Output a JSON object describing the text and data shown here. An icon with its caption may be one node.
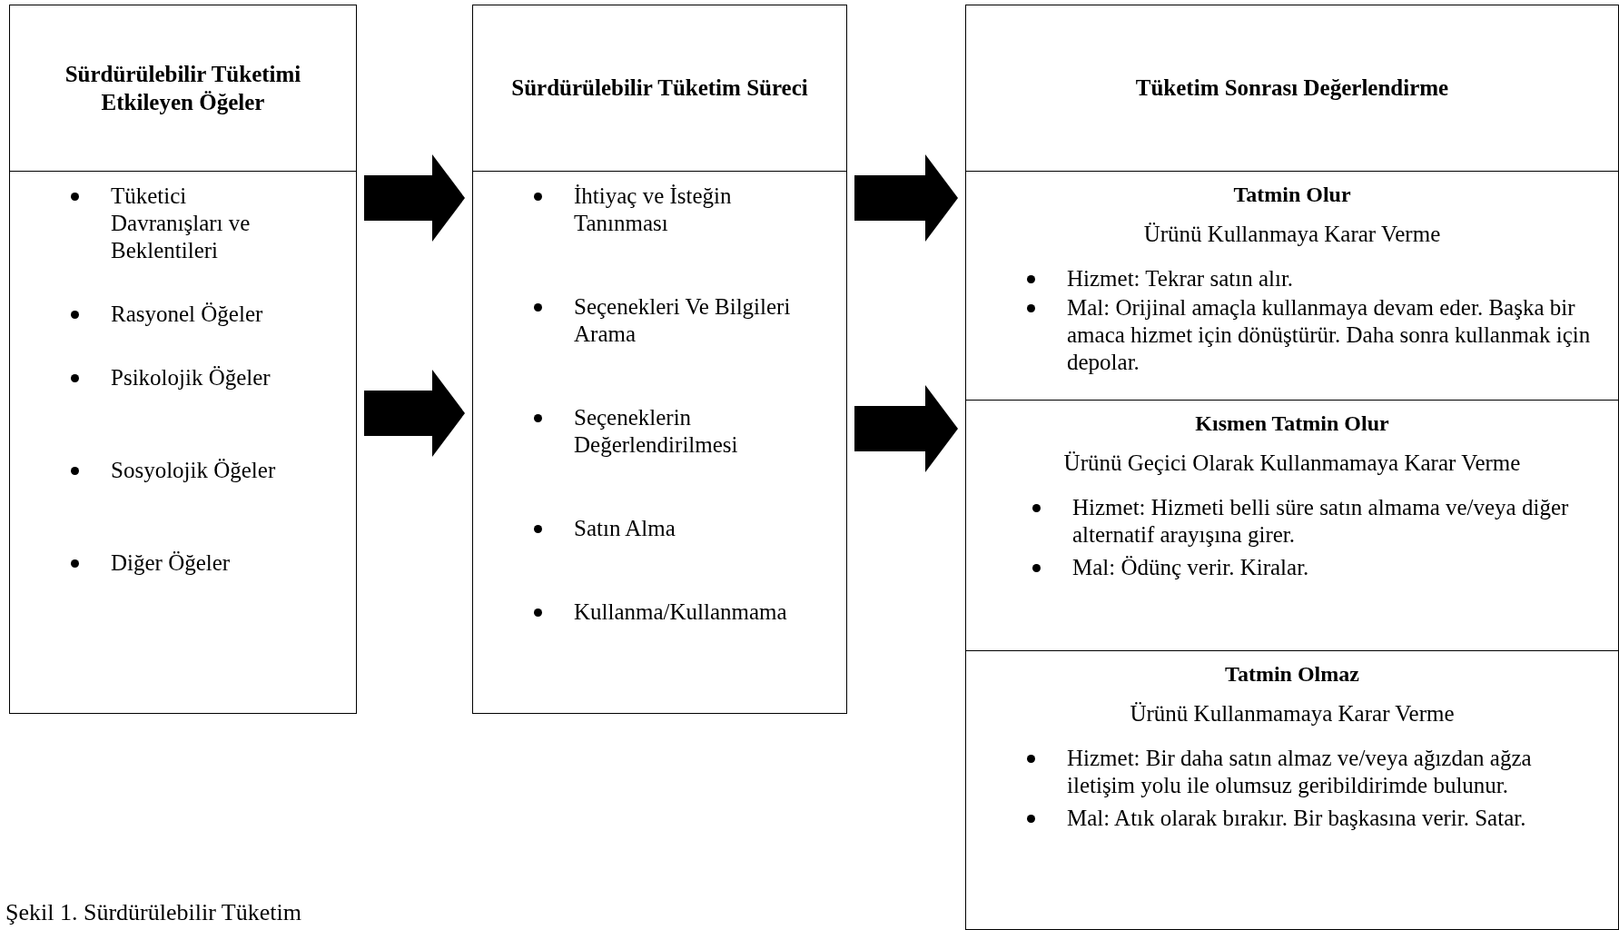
{
  "diagram": {
    "caption": "Şekil 1. Sürdürülebilir Tüketim",
    "nodes": [
      {
        "text": [
          "Sürdürülebilir Tüketimi Etkileyen Öğeler"
        ]
      },
      {
        "text": [
          "Tüketici Davranışları ve Beklentileri",
          "Rasyonel Öğeler",
          "Psikolojik Öğeler",
          "Sosyolojik Öğeler",
          "Diğer Öğeler"
        ]
      },
      {
        "text": [
          "Sürdürülebilir Tüketim Süreci"
        ]
      },
      {
        "text": [
          "İhtiyaç ve İsteğin Tanınması",
          "Seçenekleri Ve Bilgileri Arama",
          "Seçeneklerin Değerlendirilmesi",
          "Satın Alma",
          "Kullanma/Kullanmama"
        ]
      },
      {
        "text": [
          "Tüketim Sonrası Değerlendirme"
        ]
      },
      {
        "text": [
          "Tatmin Olur",
          "Ürünü Kullanmaya Karar Verme",
          "Hizmet: Tekrar satın alır.",
          "Mal: Orijinal amaçla kullanmaya devam eder. Başka bir amaca hizmet için dönüştürür. Daha sonra kullanmak için depolar."
        ]
      },
      {
        "text": [
          "Kısmen Tatmin Olur",
          "Ürünü Geçici Olarak Kullanmamaya Karar Verme",
          "Hizmet: Hizmeti belli süre satın almama ve/veya diğer alternatif arayışına girer.",
          "Mal: Ödünç verir. Kiralar."
        ]
      },
      {
        "text": [
          "Tatmin Olmaz",
          "Ürünü Kullanmamaya Karar Verme",
          "Hizmet: Bir daha satın almaz ve/veya ağızdan ağza iletişim yolu ile olumsuz geribildirimde bulunur.",
          "Mal: Atık olarak bırakır. Bir başkasına verir. Satar."
        ]
      }
    ],
    "edges": [
      {
        "from": 1,
        "to": 3,
        "arrow": "to"
      },
      {
        "from": 1,
        "to": 3,
        "arrow": "to"
      },
      {
        "from": 3,
        "to": 5,
        "arrow": "to"
      },
      {
        "from": 3,
        "to": 6,
        "arrow": "to"
      }
    ]
  }
}
